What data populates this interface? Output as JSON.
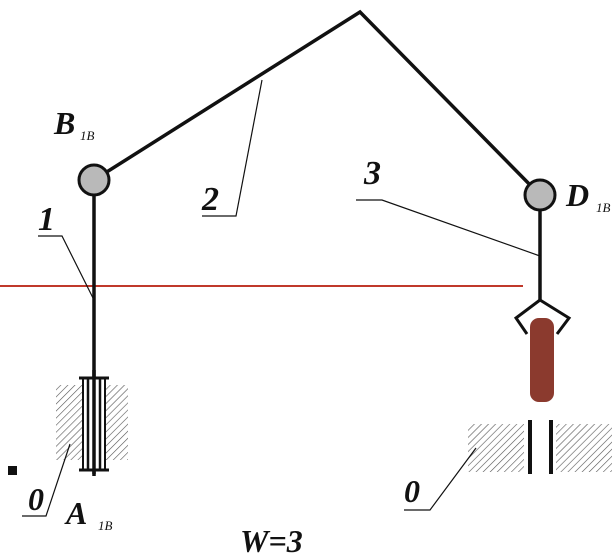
{
  "labels": {
    "joint_b": "B",
    "joint_b_sub": "1B",
    "joint_d": "D",
    "joint_d_sub": "1B",
    "joint_a": "A",
    "joint_a_sub": "1B",
    "link_1": "1",
    "link_2": "2",
    "link_3": "3",
    "base_left": "0",
    "base_right": "0",
    "dof_formula": "W=3"
  },
  "colors": {
    "links": "#111111",
    "joints": "#b9b9b9",
    "red_line": "#c0392b",
    "workpiece": "#8b3a2e"
  }
}
